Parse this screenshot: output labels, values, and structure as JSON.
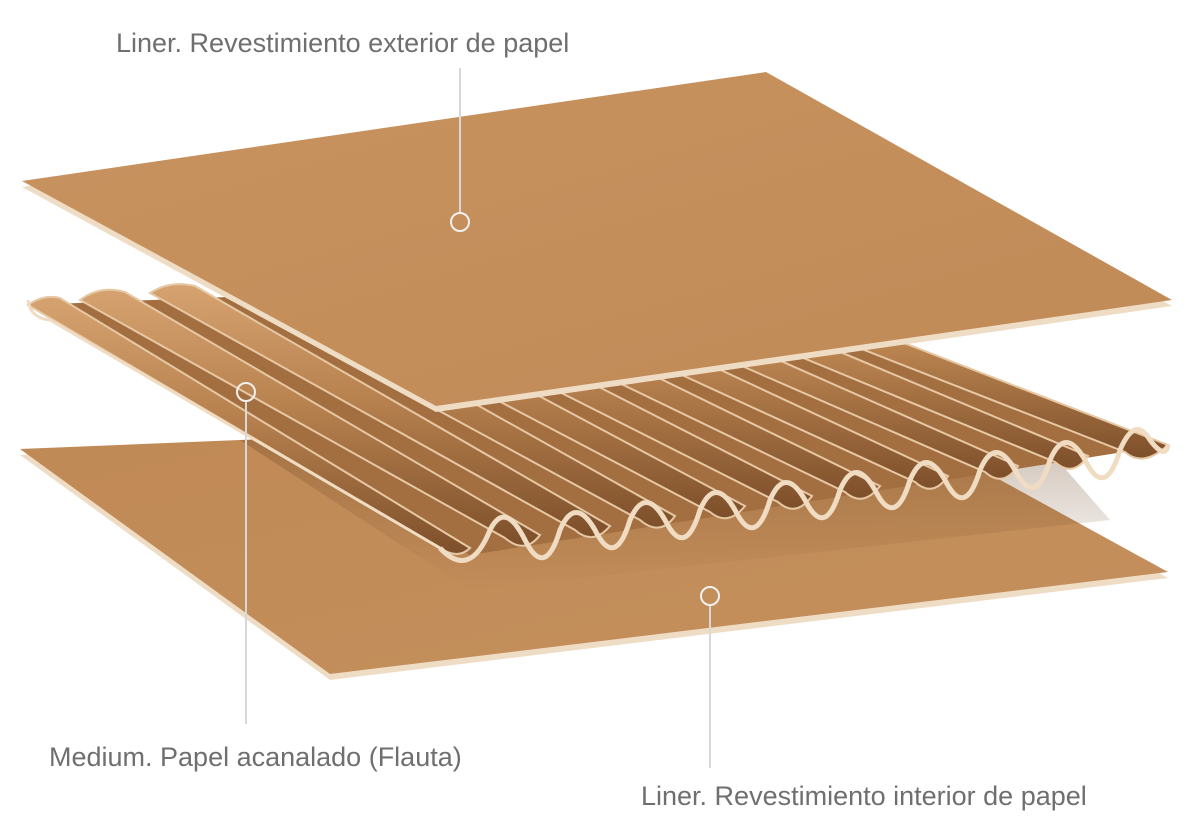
{
  "labels": {
    "outer_liner": "Liner. Revestimiento exterior de papel",
    "medium": "Medium. Papel acanalado (Flauta)",
    "inner_liner": "Liner. Revestimiento interior de papel"
  },
  "colors": {
    "paper": "#c48f5c",
    "paper_edge": "#e8cfb0",
    "paper_shadow": "#8f5d33",
    "label_text": "#6f6f6f",
    "leader_line": "#c8c8c8"
  },
  "layers": [
    {
      "id": "outer-liner",
      "label_key": "outer_liner"
    },
    {
      "id": "medium",
      "label_key": "medium"
    },
    {
      "id": "inner-liner",
      "label_key": "inner_liner"
    }
  ]
}
